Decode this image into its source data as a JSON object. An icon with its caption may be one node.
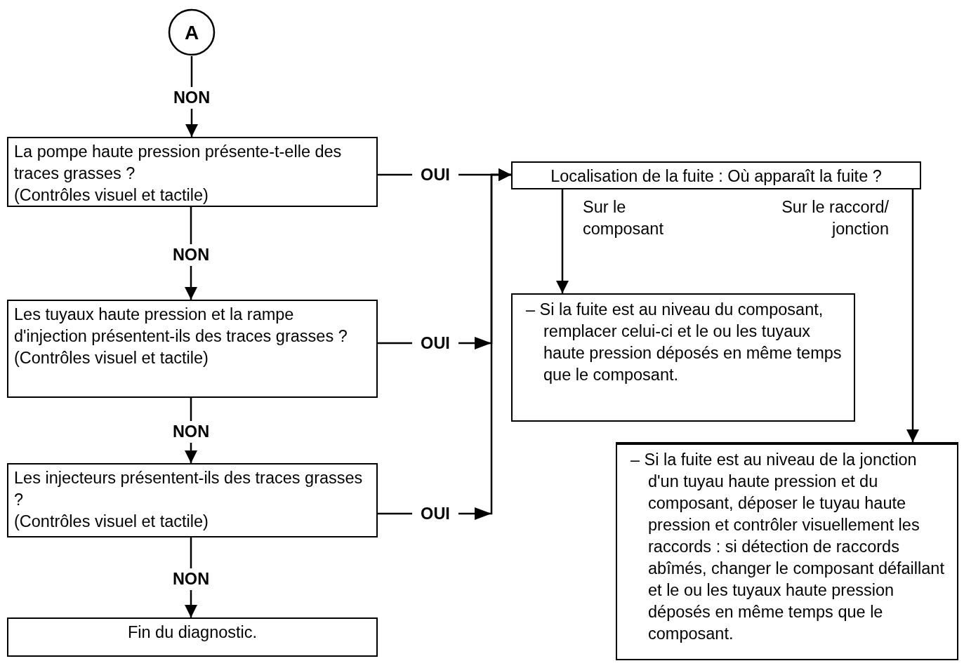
{
  "diagram": {
    "nodes": [
      {
        "text": [
          "A"
        ]
      },
      {
        "text": [
          "La pompe haute pression présente-t-elle des traces grasses ?",
          "(Contrôles visuel et tactile)"
        ]
      },
      {
        "text": [
          "Les tuyaux haute pression et la rampe d'injection présentent-ils des traces grasses ?",
          "(Contrôles visuel et tactile)"
        ]
      },
      {
        "text": [
          "Les injecteurs présentent-ils des traces grasses ?",
          "(Contrôles visuel et tactile)"
        ]
      },
      {
        "text": [
          "Fin du diagnostic."
        ]
      },
      {
        "text": [
          "Localisation de la fuite : Où apparaît la fuite ?"
        ]
      },
      {
        "text": [
          "– Si la fuite est au niveau du composant, remplacer celui-ci et le ou les tuyaux haute pression déposés en même temps que le composant."
        ]
      },
      {
        "text": [
          "– Si la fuite est au niveau de la jonction d'un tuyau haute pression et du composant, déposer le tuyau haute pression et contrôler visuellement les raccords : si détection de raccords abîmés, changer le composant défaillant et le ou les tuyaux haute pression déposés en même temps que le composant."
        ]
      }
    ],
    "edges": [
      {
        "from": 0,
        "to": 1,
        "arrow": "to",
        "label": "NON"
      },
      {
        "from": 1,
        "to": 2,
        "arrow": "to",
        "label": "NON"
      },
      {
        "from": 2,
        "to": 3,
        "arrow": "to",
        "label": "NON"
      },
      {
        "from": 3,
        "to": 4,
        "arrow": "to",
        "label": "NON"
      },
      {
        "from": 1,
        "to": 5,
        "arrow": "to",
        "label": "OUI"
      },
      {
        "from": 2,
        "to": 5,
        "arrow": "to",
        "label": "OUI"
      },
      {
        "from": 3,
        "to": 5,
        "arrow": "to",
        "label": "OUI"
      },
      {
        "from": 5,
        "to": 6,
        "arrow": "to",
        "label": "Sur le composant"
      },
      {
        "from": 5,
        "to": 7,
        "arrow": "to",
        "label": "Sur le raccord/ jonction"
      }
    ]
  }
}
